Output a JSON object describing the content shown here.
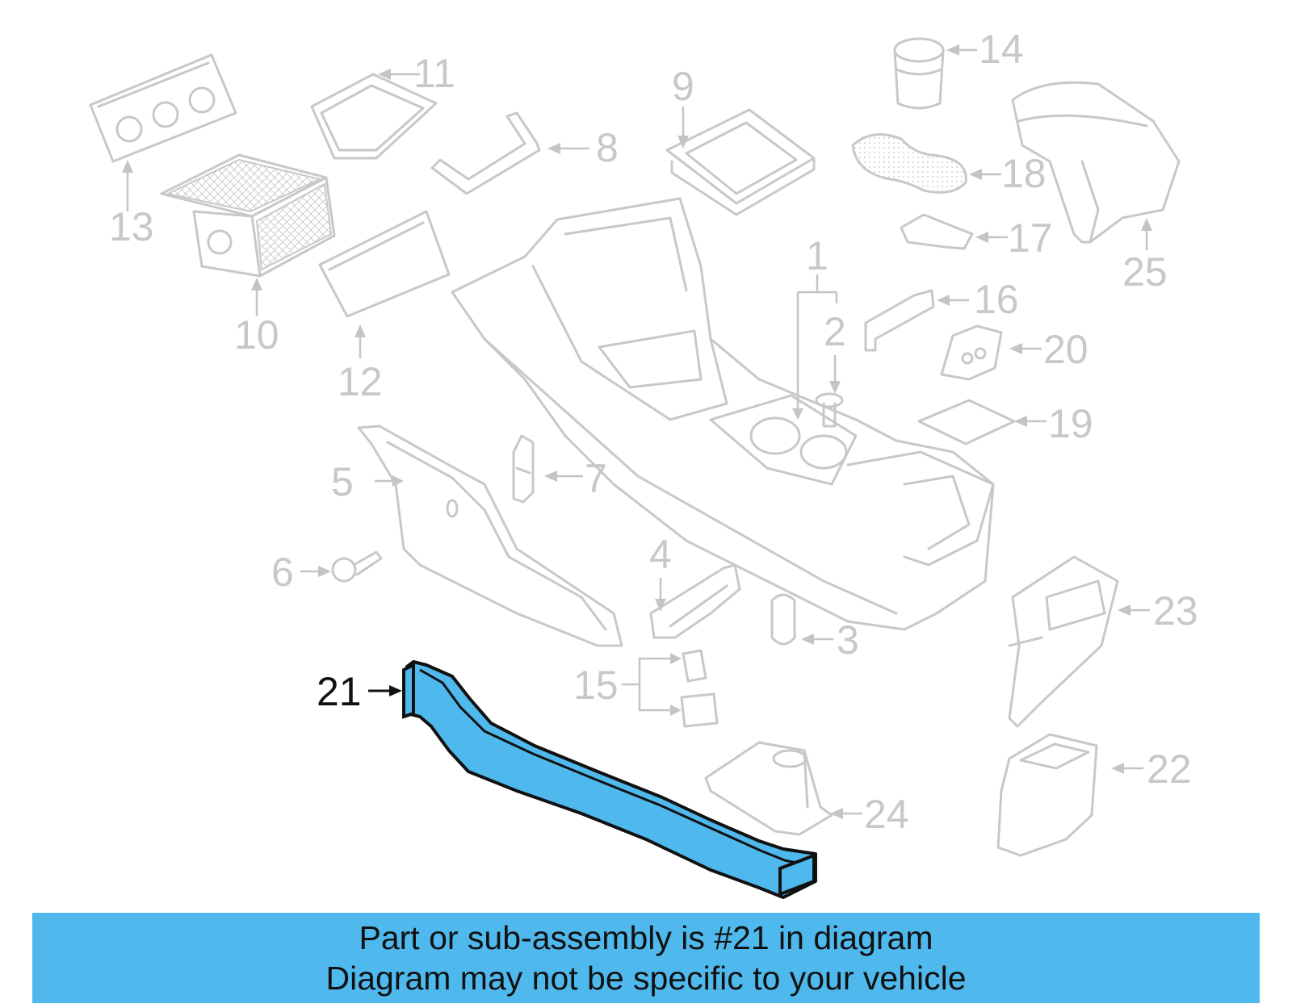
{
  "highlight_color": "#4fb9ee",
  "highlighted_part": "21",
  "callouts": {
    "c1": "1",
    "c2": "2",
    "c3": "3",
    "c4": "4",
    "c5": "5",
    "c6": "6",
    "c7": "7",
    "c8": "8",
    "c9": "9",
    "c10": "10",
    "c11": "11",
    "c12": "12",
    "c13": "13",
    "c14": "14",
    "c15": "15",
    "c16": "16",
    "c17": "17",
    "c18": "18",
    "c19": "19",
    "c20": "20",
    "c21": "21",
    "c22": "22",
    "c23": "23",
    "c24": "24",
    "c25": "25"
  },
  "banner": {
    "line1": "Part or sub-assembly is #21 in diagram",
    "line2": "Diagram may not be specific to your vehicle"
  }
}
